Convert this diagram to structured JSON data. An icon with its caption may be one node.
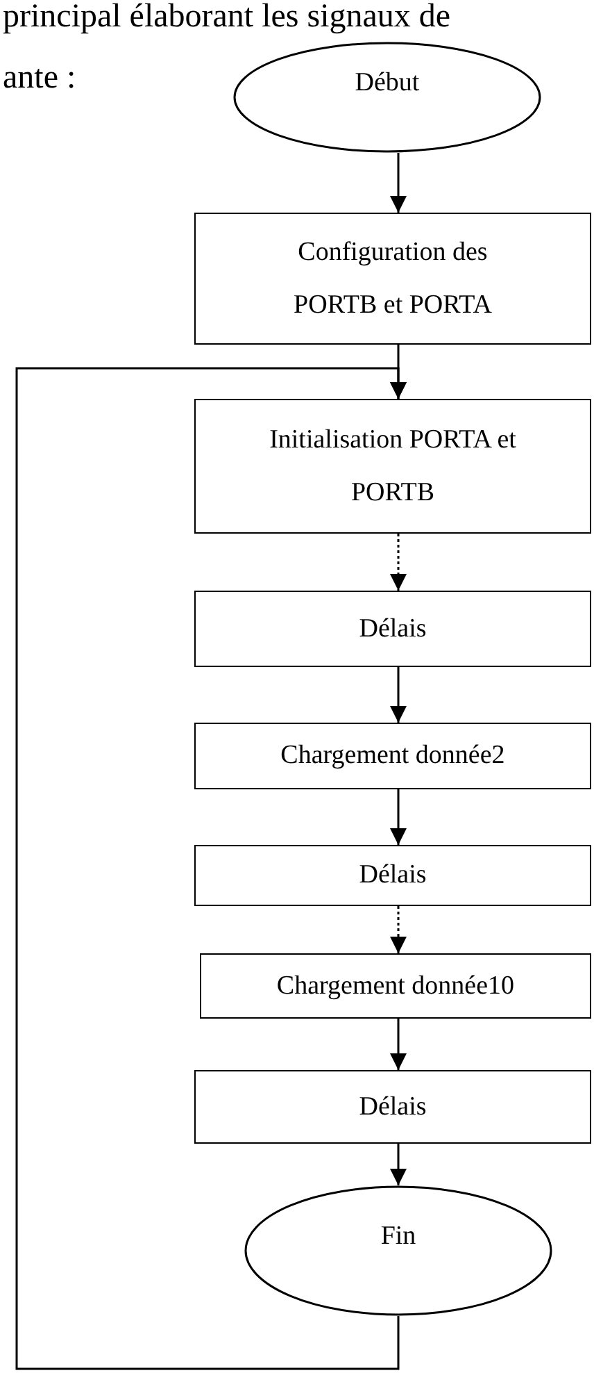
{
  "diagram": {
    "nodes": [
      {
        "text": [
          "Début"
        ]
      },
      {
        "text": [
          "Configuration des PORTB et PORTA"
        ]
      },
      {
        "text": [
          "Initialisation PORTA et PORTB"
        ]
      },
      {
        "text": [
          "Délais"
        ]
      },
      {
        "text": [
          "Chargement donnée2"
        ]
      },
      {
        "text": [
          "Délais"
        ]
      },
      {
        "text": [
          "Chargement donnée10"
        ]
      },
      {
        "text": [
          "Délais"
        ]
      },
      {
        "text": [
          "Fin"
        ]
      }
    ],
    "edges": [
      {
        "from": 0,
        "to": 1,
        "arrow": "to"
      },
      {
        "from": 1,
        "to": 2,
        "arrow": "to"
      },
      {
        "from": 2,
        "to": 3,
        "arrow": "to",
        "style": "dashed"
      },
      {
        "from": 3,
        "to": 4,
        "arrow": "to"
      },
      {
        "from": 4,
        "to": 5,
        "arrow": "to"
      },
      {
        "from": 5,
        "to": 6,
        "arrow": "to",
        "style": "dashed"
      },
      {
        "from": 6,
        "to": 7,
        "arrow": "to"
      },
      {
        "from": 7,
        "to": 8,
        "arrow": "to"
      },
      {
        "from": 8,
        "to": 2,
        "arrow": "to"
      }
    ],
    "labels": [
      "principal élaborant les signaux de",
      "ante :"
    ]
  }
}
